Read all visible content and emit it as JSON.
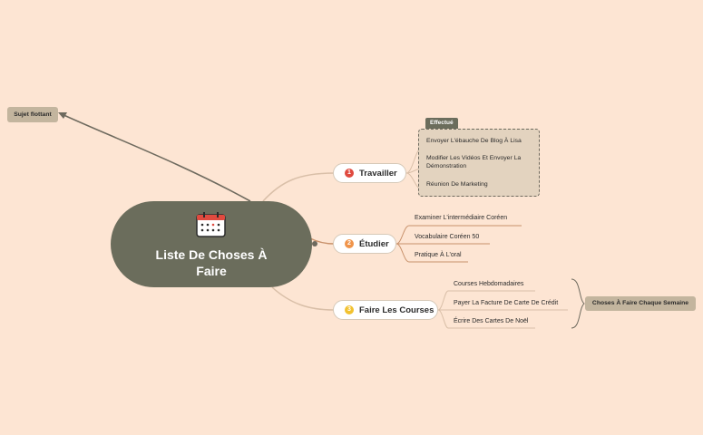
{
  "central": {
    "title": "Liste De Choses À Faire",
    "icon": "calendar-icon"
  },
  "floating_topic": "Sujet flottant",
  "branches": [
    {
      "number": "1",
      "label": "Travailler",
      "number_color": "#e04a3f",
      "boundary_label": "Effectué",
      "items": [
        "Envoyer L'ébauche De Blog À Lisa",
        "Modifier Les Vidéos Et Envoyer La Démonstration",
        "Réunion De Marketing"
      ]
    },
    {
      "number": "2",
      "label": "Étudier",
      "number_color": "#f0944a",
      "items": [
        "Examiner L'intermédiaire Coréen",
        "Vocabulaire Coréen 50",
        "Pratique À L'oral"
      ]
    },
    {
      "number": "3",
      "label": "Faire Les Courses",
      "number_color": "#f2c230",
      "items": [
        "Courses Hebdomadaires",
        "Payer La Facture De Carte De Crédit",
        "Écrire Des Cartes De Noël"
      ],
      "summary": "Choses À Faire Chaque Semaine"
    }
  ],
  "colors": {
    "background": "#fde5d3",
    "central": "#6b6d5c",
    "line": "#d9bfa8",
    "line_studier": "#c8916b"
  }
}
